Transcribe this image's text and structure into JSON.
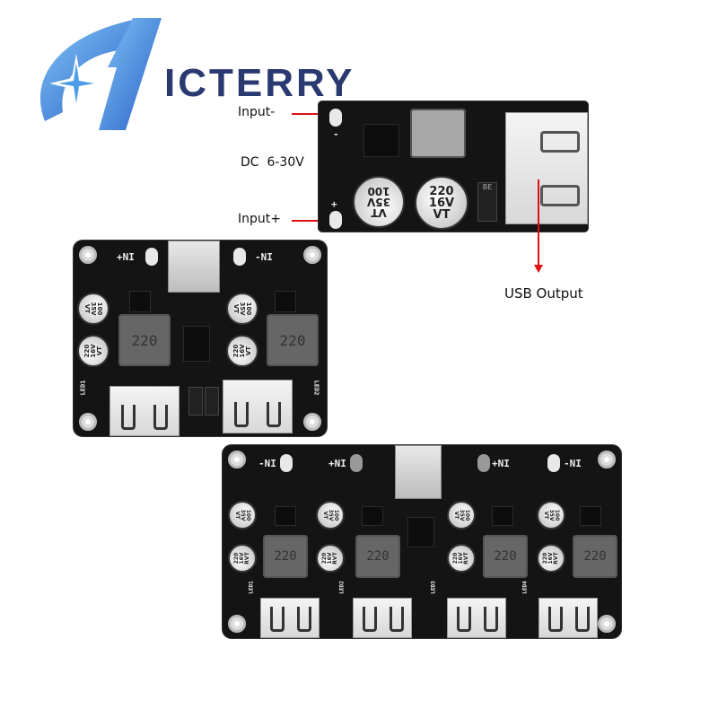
{
  "brand": {
    "name": "ICTERRY",
    "logo_icon": "stylized-blue-i-star-icon",
    "colors": {
      "text": "#2a3a70",
      "logo_blue": "#3a7fd8"
    }
  },
  "single_module": {
    "labels": {
      "input_minus": "Input-",
      "voltage_range": "DC  6-30V",
      "input_plus": "Input+",
      "usb_output": "USB Output"
    },
    "silkscreen": {
      "minus": "-",
      "plus": "+"
    },
    "capacitors": [
      {
        "lines": [
          "100",
          "35V",
          "VT"
        ]
      },
      {
        "lines": [
          "220",
          "16V",
          "VT"
        ]
      }
    ],
    "diode_marking": "BE",
    "arrow_color": "#e01010"
  },
  "dual_module": {
    "silkscreen": {
      "plus_in": "+NI",
      "minus_in": "-NI",
      "led1": "LED1",
      "led2": "LED2"
    },
    "inductor_label": "220",
    "capacitors": [
      {
        "lines": [
          "100",
          "35V",
          "VT"
        ]
      },
      {
        "lines": [
          "220",
          "16V",
          "VT"
        ]
      },
      {
        "lines": [
          "100",
          "35V",
          "VT"
        ]
      },
      {
        "lines": [
          "220",
          "16V",
          "VT"
        ]
      }
    ]
  },
  "quad_module": {
    "silkscreen": {
      "in_labels": [
        "-NI",
        "+NI",
        "+NI",
        "-NI"
      ],
      "leds": [
        "LED1",
        "LED2",
        "LED3",
        "LED4"
      ]
    },
    "inductor_label": "220",
    "cap_top": [
      "100",
      "35V",
      "VT"
    ],
    "cap_bottom": [
      "220",
      "16V",
      "RVT"
    ]
  }
}
